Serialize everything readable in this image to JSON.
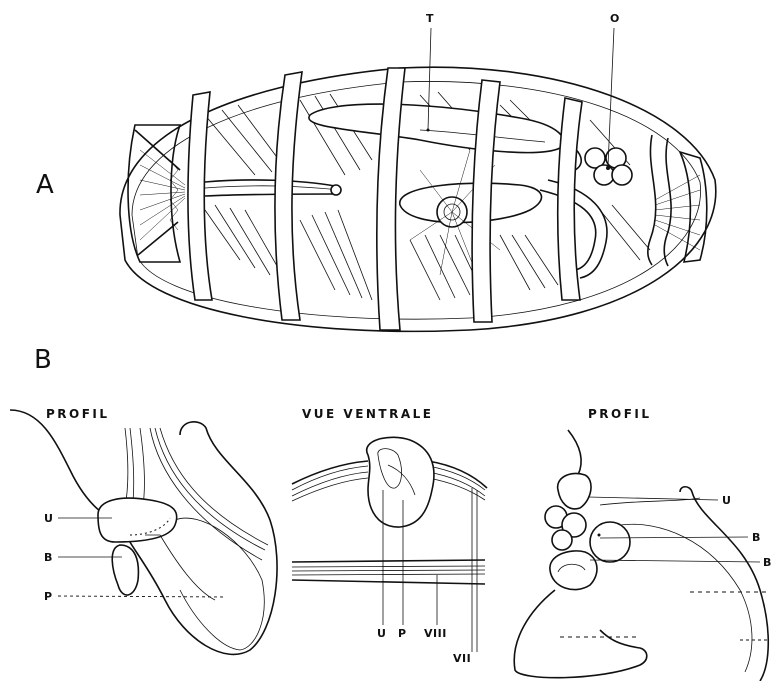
{
  "panels": {
    "a": {
      "letter": "A",
      "labels": {
        "t": "T",
        "o": "O"
      }
    },
    "b": {
      "letter": "B",
      "left": {
        "title": "PROFIL",
        "u": "U",
        "b": "B",
        "p": "P"
      },
      "center": {
        "title": "VUE VENTRALE",
        "u": "U",
        "p": "P",
        "viii": "VIII",
        "vii": "VII"
      },
      "right": {
        "title": "PROFIL",
        "u": "U",
        "b1": "B",
        "b2": "B"
      }
    }
  }
}
